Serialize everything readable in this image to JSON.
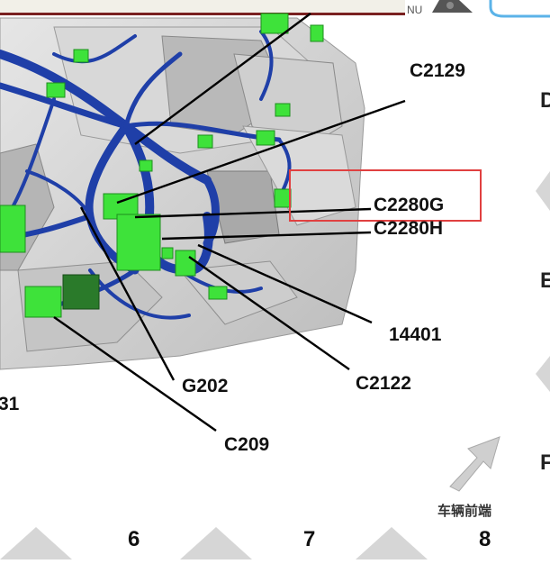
{
  "top_strip": {
    "fragment": "NU"
  },
  "connectors": {
    "c2129": "C2129",
    "c2280g": "C2280G",
    "c2280h": "C2280H",
    "c14401": "14401",
    "c2122": "C2122",
    "g202": "G202",
    "c209": "C209",
    "left_partial": "31"
  },
  "zones": {
    "d": "D",
    "e": "E",
    "f": "F"
  },
  "columns": {
    "c6": "6",
    "c7": "7",
    "c8": "8"
  },
  "vehicle_front_label": "车辆前端",
  "colors": {
    "harness": "#1f3fa8",
    "connector": "#3ee23a",
    "ground_connector": "#2a7a2a",
    "highlight_box": "#e04040",
    "body_gray": "#c8c8c8"
  }
}
